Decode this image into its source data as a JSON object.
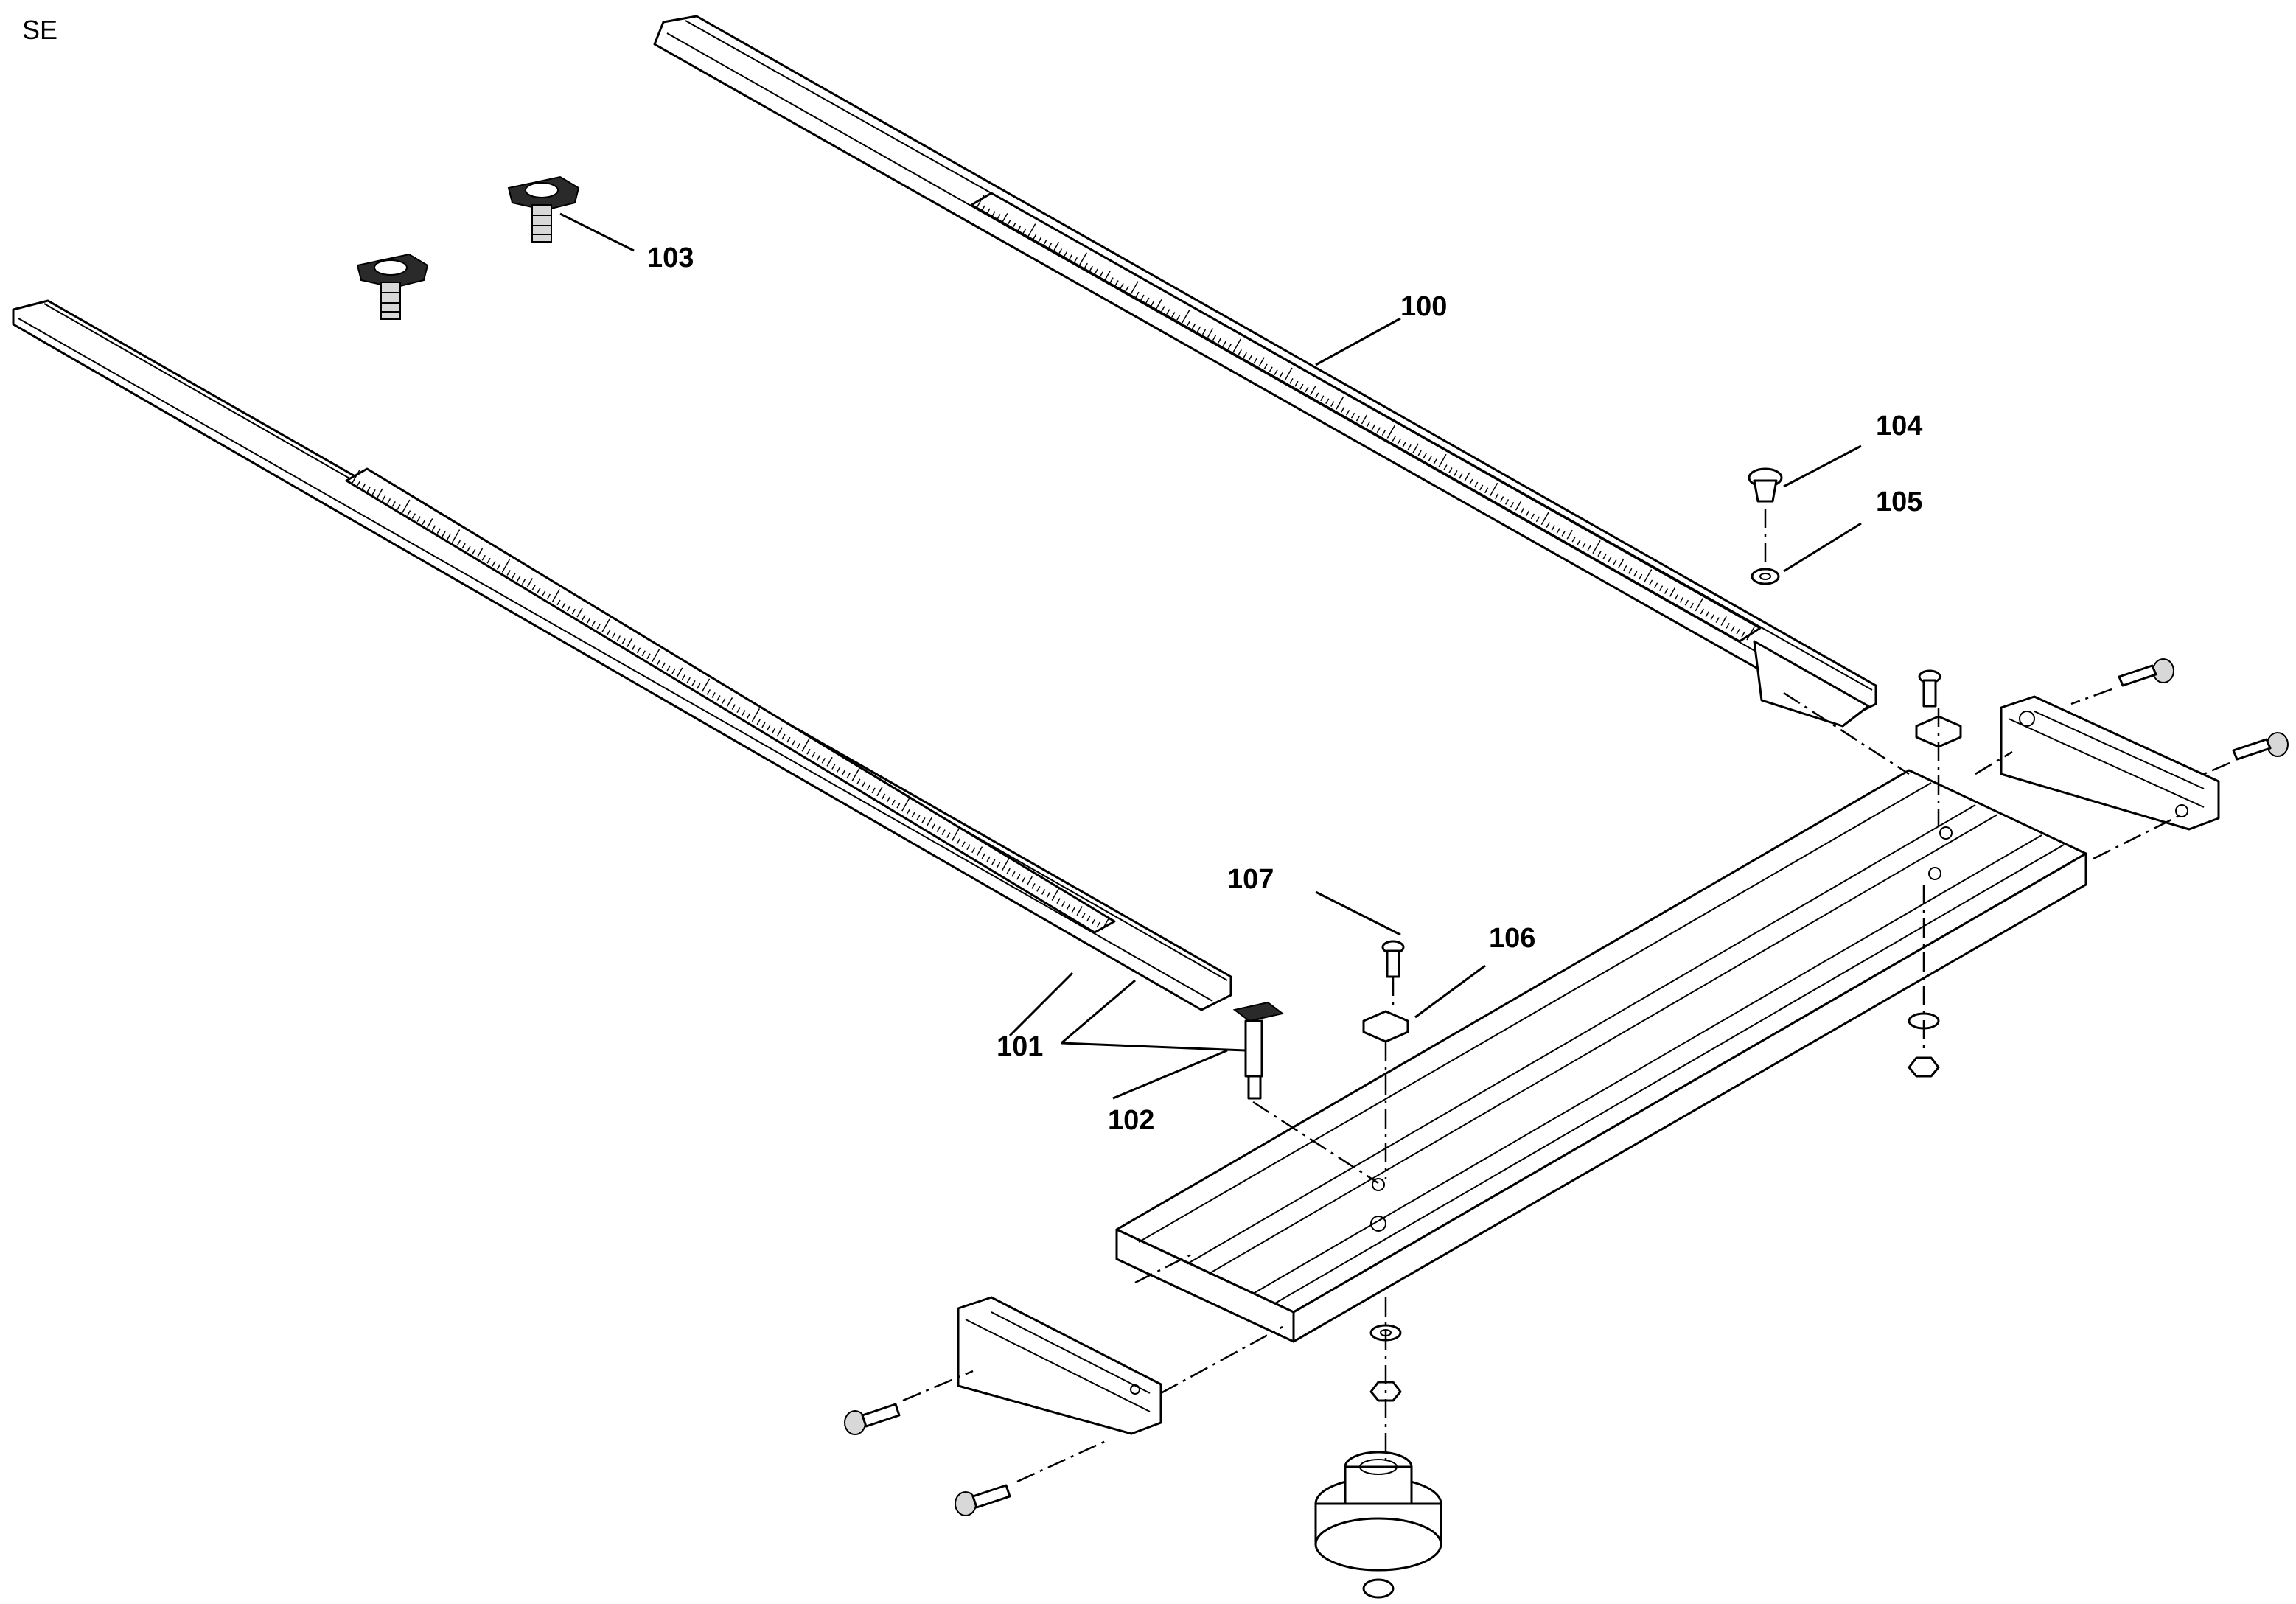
{
  "view_label": "SE",
  "callouts": {
    "p100": "100",
    "p101": "101",
    "p102": "102",
    "p103": "103",
    "p104": "104",
    "p105": "105",
    "p106": "106",
    "p107": "107"
  }
}
